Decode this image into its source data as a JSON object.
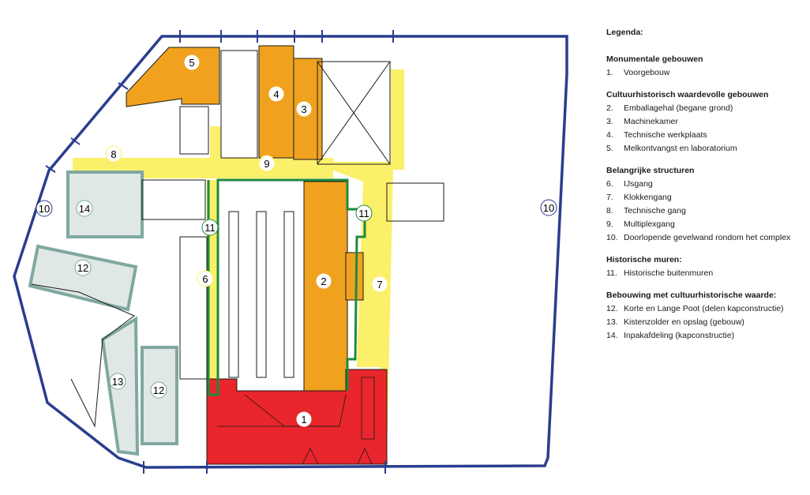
{
  "map": {
    "labels": [
      {
        "num": "1",
        "ring": "red"
      },
      {
        "num": "2",
        "ring": "orange"
      },
      {
        "num": "3",
        "ring": "orange"
      },
      {
        "num": "4",
        "ring": "orange"
      },
      {
        "num": "5",
        "ring": "orange"
      },
      {
        "num": "6",
        "ring": "yellow"
      },
      {
        "num": "7",
        "ring": "yellow"
      },
      {
        "num": "8",
        "ring": "yellow"
      },
      {
        "num": "9",
        "ring": "yellow"
      },
      {
        "num": "10",
        "ring": "blue"
      },
      {
        "num": "10",
        "ring": "blue"
      },
      {
        "num": "11",
        "ring": "green"
      },
      {
        "num": "11",
        "ring": "green"
      },
      {
        "num": "12",
        "ring": "teal"
      },
      {
        "num": "12",
        "ring": "teal"
      },
      {
        "num": "13",
        "ring": "teal"
      },
      {
        "num": "14",
        "ring": "teal"
      }
    ],
    "colors": {
      "monument": "#e8262b",
      "valuable": "#f0a21f",
      "structure": "#fbf06a",
      "facade": "#2a3d8f",
      "wall": "#1f8a3c",
      "building": "#7fa8a0"
    }
  },
  "legend": {
    "title": "Legenda:",
    "sections": [
      {
        "heading": "Monumentale gebouwen",
        "items": [
          {
            "n": "1.",
            "t": "Voorgebouw"
          }
        ]
      },
      {
        "heading": "Cultuurhistorisch waardevolle gebouwen",
        "items": [
          {
            "n": "2.",
            "t": "Emballagehal (begane grond)"
          },
          {
            "n": "3.",
            "t": "Machinekamer"
          },
          {
            "n": "4.",
            "t": "Technische werkplaats"
          },
          {
            "n": "5.",
            "t": "Melkontvangst en laboratorium"
          }
        ]
      },
      {
        "heading": "Belangrijke structuren",
        "items": [
          {
            "n": "6.",
            "t": "IJsgang"
          },
          {
            "n": "7.",
            "t": "Klokkengang"
          },
          {
            "n": "8.",
            "t": "Technische gang"
          },
          {
            "n": "9.",
            "t": "Multiplexgang"
          },
          {
            "n": "10.",
            "t": "Doorlopende gevelwand rondom het complex"
          }
        ]
      },
      {
        "heading": "Historische muren:",
        "items": [
          {
            "n": "11.",
            "t": "Historische buitenmuren"
          }
        ]
      },
      {
        "heading": "Bebouwing met cultuurhistorische waarde:",
        "items": [
          {
            "n": "12.",
            "t": "Korte en Lange Poot (delen kapconstructie)"
          },
          {
            "n": "13.",
            "t": "Kistenzolder en opslag (gebouw)"
          },
          {
            "n": "14.",
            "t": "Inpakafdeling (kapconstructie)"
          }
        ]
      }
    ]
  }
}
